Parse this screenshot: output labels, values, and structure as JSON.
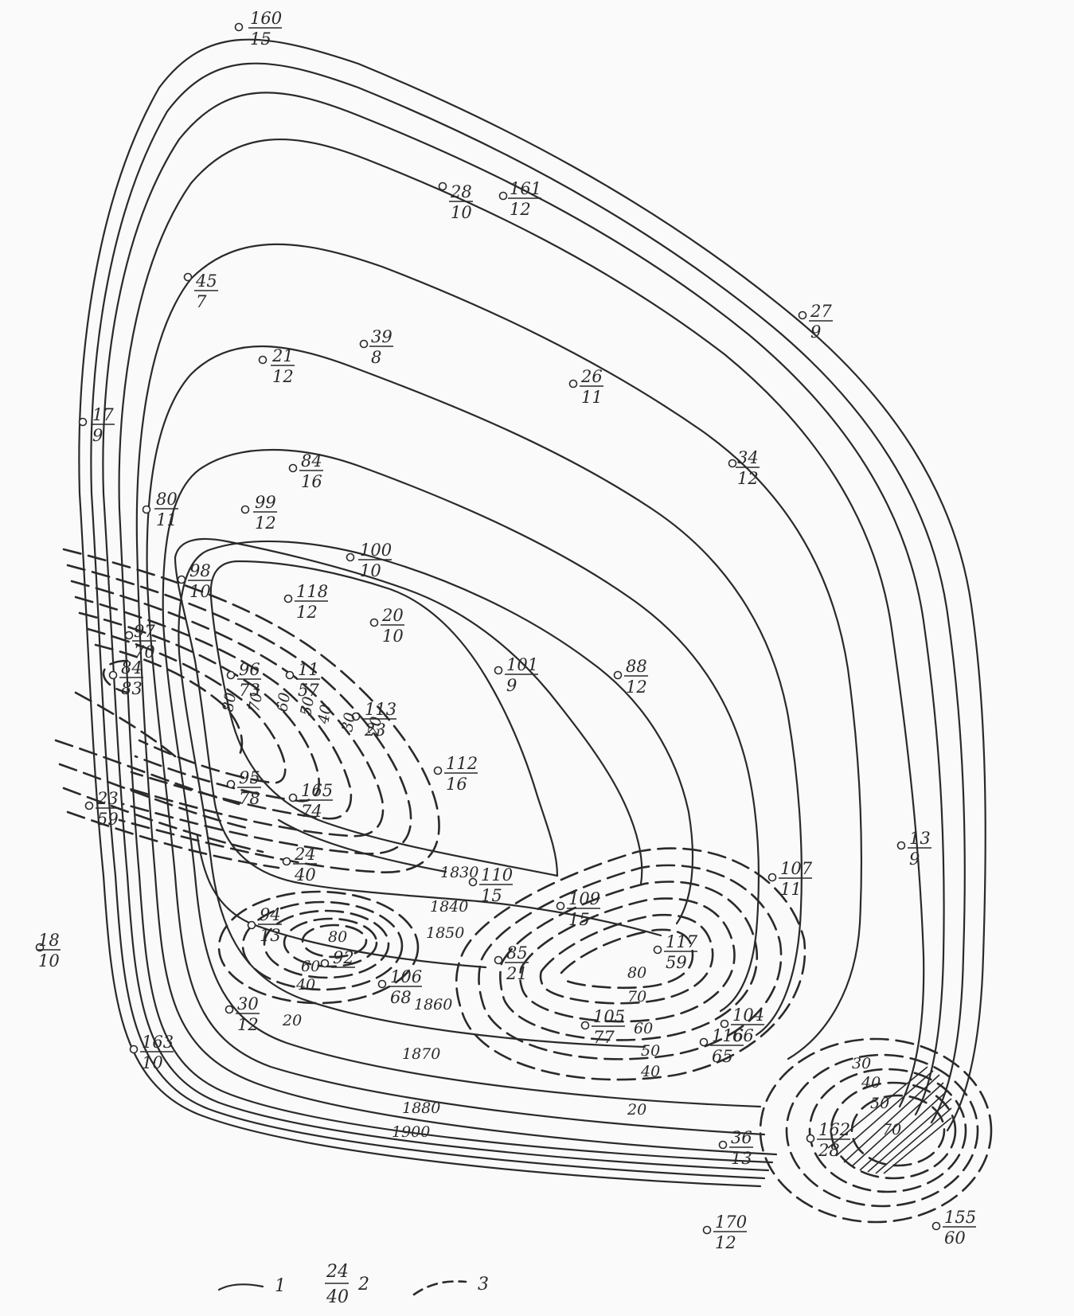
{
  "wells": [
    {
      "top": "160",
      "bottom": "15"
    },
    {
      "top": "28",
      "bottom": "10"
    },
    {
      "top": "161",
      "bottom": "12"
    },
    {
      "top": "45",
      "bottom": "7"
    },
    {
      "top": "27",
      "bottom": "9"
    },
    {
      "top": "39",
      "bottom": "8"
    },
    {
      "top": "21",
      "bottom": "12"
    },
    {
      "top": "26",
      "bottom": "11"
    },
    {
      "top": "17",
      "bottom": "9"
    },
    {
      "top": "34",
      "bottom": "12"
    },
    {
      "top": "84",
      "bottom": "16"
    },
    {
      "top": "80",
      "bottom": "11"
    },
    {
      "top": "99",
      "bottom": "12"
    },
    {
      "top": "100",
      "bottom": "10"
    },
    {
      "top": "98",
      "bottom": "10"
    },
    {
      "top": "118",
      "bottom": "12"
    },
    {
      "top": "20",
      "bottom": "10"
    },
    {
      "top": "97",
      "bottom": "70"
    },
    {
      "top": "101",
      "bottom": "9"
    },
    {
      "top": "88",
      "bottom": "12"
    },
    {
      "top": "84",
      "bottom": "83"
    },
    {
      "top": "96",
      "bottom": "73"
    },
    {
      "top": "11",
      "bottom": "57"
    },
    {
      "top": "113",
      "bottom": "23"
    },
    {
      "top": "112",
      "bottom": "16"
    },
    {
      "top": "95",
      "bottom": "78"
    },
    {
      "top": "165",
      "bottom": "74"
    },
    {
      "top": "23",
      "bottom": "59"
    },
    {
      "top": "13",
      "bottom": "9"
    },
    {
      "top": "24",
      "bottom": "40"
    },
    {
      "top": "110",
      "bottom": "15"
    },
    {
      "top": "109",
      "bottom": "15"
    },
    {
      "top": "107",
      "bottom": "11"
    },
    {
      "top": "94",
      "bottom": "13"
    },
    {
      "top": "18",
      "bottom": "10"
    },
    {
      "top": "117",
      "bottom": "59"
    },
    {
      "top": "85",
      "bottom": "21"
    },
    {
      "top": "92",
      "bottom": ""
    },
    {
      "top": "106",
      "bottom": "68"
    },
    {
      "top": "105",
      "bottom": "77"
    },
    {
      "top": "104",
      "bottom": "66"
    },
    {
      "top": "30",
      "bottom": "12"
    },
    {
      "top": "116",
      "bottom": "65"
    },
    {
      "top": "163",
      "bottom": "10"
    },
    {
      "top": "36",
      "bottom": "13"
    },
    {
      "top": "162",
      "bottom": "28"
    },
    {
      "top": "170",
      "bottom": "12"
    },
    {
      "top": "155",
      "bottom": "60"
    }
  ],
  "contour_labels": [
    "1830",
    "1840",
    "1850",
    "1860",
    "1870",
    "1880",
    "1900",
    "80",
    "70",
    "60",
    "50",
    "40",
    "30",
    "20",
    "80",
    "60",
    "40",
    "20",
    "80",
    "70",
    "60",
    "50",
    "40",
    "20",
    "30",
    "40",
    "50",
    "70"
  ],
  "legend": {
    "item1": "1",
    "sample_top": "24",
    "sample_bottom": "40",
    "item2": "2",
    "item3": "3"
  }
}
